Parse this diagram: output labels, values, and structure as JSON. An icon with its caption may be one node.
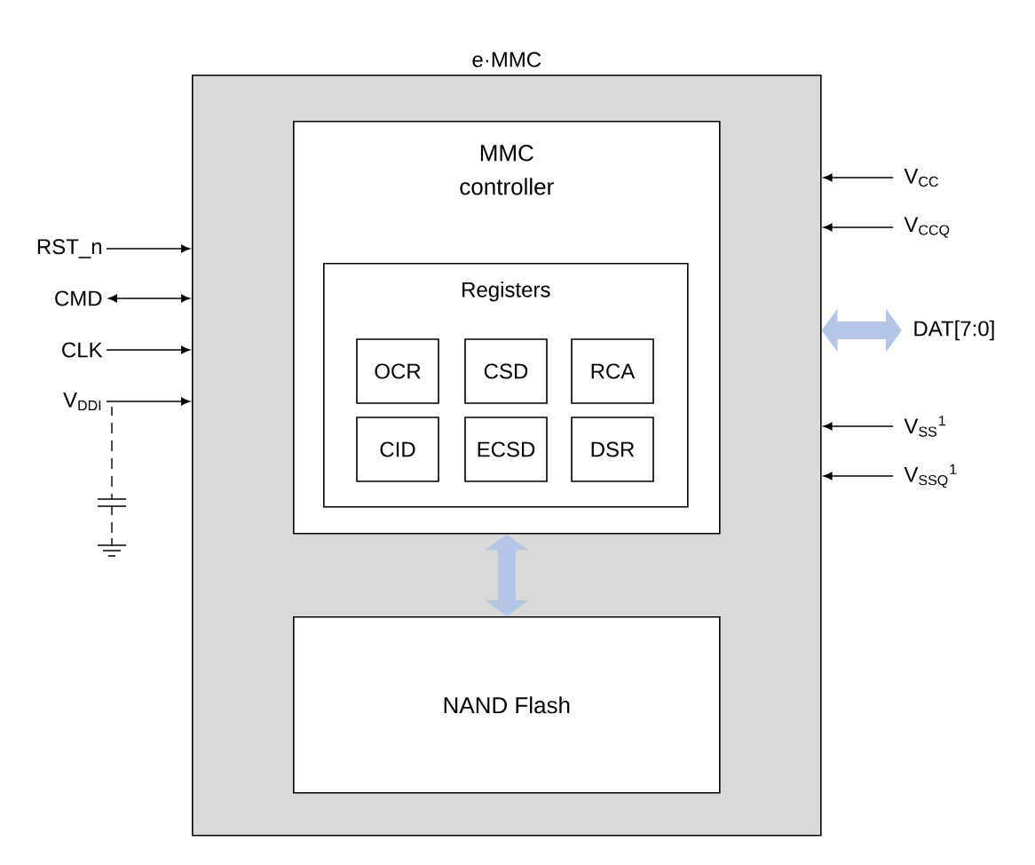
{
  "diagram": {
    "nodes": [
      {
        "text": [
          "e·MMC"
        ]
      },
      {
        "text": [
          "MMC controller"
        ],
        "in": 0
      },
      {
        "text": [
          "Registers"
        ],
        "in": 1
      },
      {
        "text": [
          "OCR"
        ],
        "in": 2
      },
      {
        "text": [
          "CSD"
        ],
        "in": 2
      },
      {
        "text": [
          "RCA"
        ],
        "in": 2
      },
      {
        "text": [
          "CID"
        ],
        "in": 2
      },
      {
        "text": [
          "ECSD"
        ],
        "in": 2
      },
      {
        "text": [
          "DSR"
        ],
        "in": 2
      },
      {
        "text": [
          "NAND Flash"
        ],
        "in": 0
      },
      {
        "text": [
          "RST_n"
        ]
      },
      {
        "text": [
          "CMD"
        ]
      },
      {
        "text": [
          "CLK"
        ]
      },
      {
        "text": [
          "V$_{DDI}$"
        ]
      },
      {
        "text": [
          "V$_{CC}$"
        ]
      },
      {
        "text": [
          "V$_{CCQ}$"
        ]
      },
      {
        "text": [
          "DAT[7:0]"
        ]
      },
      {
        "text": [
          "V$_{SS}$$^{1}$"
        ]
      },
      {
        "text": [
          "V$_{SSQ}$$^{1}$"
        ]
      }
    ],
    "edges": [
      {
        "from": 10,
        "to": 0,
        "arrow": "to"
      },
      {
        "from": 11,
        "to": 0,
        "arrow": "both"
      },
      {
        "from": 12,
        "to": 0,
        "arrow": "to"
      },
      {
        "from": 13,
        "to": 0,
        "arrow": "to"
      },
      {
        "from": 14,
        "to": 0,
        "arrow": "to"
      },
      {
        "from": 15,
        "to": 0,
        "arrow": "to"
      },
      {
        "from": 16,
        "to": 0,
        "arrow": "both",
        "style": "thick",
        "color": "#b4c6e7"
      },
      {
        "from": 17,
        "to": 0,
        "arrow": "to"
      },
      {
        "from": 18,
        "to": 0,
        "arrow": "to"
      },
      {
        "from": 1,
        "to": 9,
        "arrow": "both",
        "style": "thick",
        "color": "#b4c6e7"
      }
    ]
  }
}
